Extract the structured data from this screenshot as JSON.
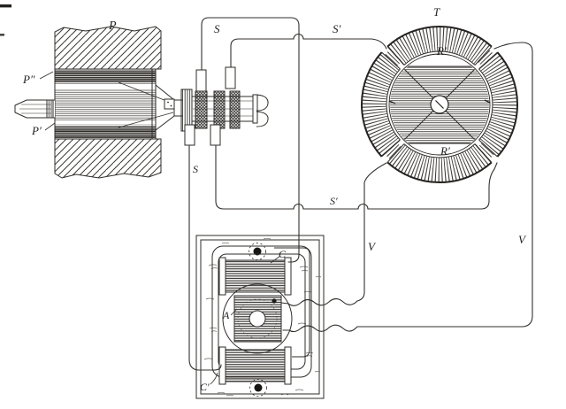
{
  "figure": {
    "ink_color": "#2e2c29",
    "paper_color": "#ffffff"
  },
  "labels": {
    "wall": "P",
    "cylinder_upper": "P″",
    "cylinder_lower": "P′",
    "commutator_wire_top": "S",
    "line_top": "S′",
    "commutator_wire_bottom": "S",
    "line_mid": "S′",
    "ring": "T",
    "ring_core_upper": "R′",
    "ring_core_lower": "R′",
    "vertical_line_left": "V",
    "vertical_line_right": "V",
    "motor_coil_top": "C",
    "motor_armature": "A",
    "motor_coil_bottom": "C′"
  }
}
